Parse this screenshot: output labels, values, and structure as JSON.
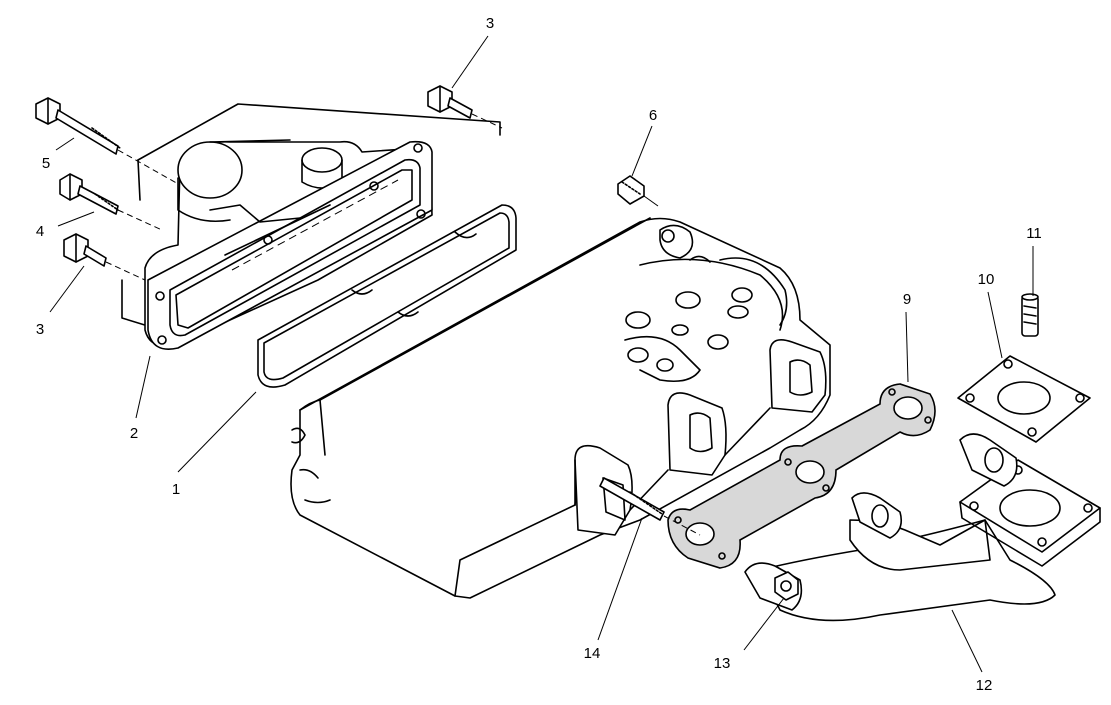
{
  "callouts": [
    {
      "id": "c1",
      "text": "1"
    },
    {
      "id": "c2",
      "text": "2"
    },
    {
      "id": "c3a",
      "text": "3"
    },
    {
      "id": "c3b",
      "text": "3"
    },
    {
      "id": "c4",
      "text": "4"
    },
    {
      "id": "c5",
      "text": "5"
    },
    {
      "id": "c6",
      "text": "6"
    },
    {
      "id": "c9",
      "text": "9"
    },
    {
      "id": "c10",
      "text": "10"
    },
    {
      "id": "c11",
      "text": "11"
    },
    {
      "id": "c12",
      "text": "12"
    },
    {
      "id": "c13",
      "text": "13"
    },
    {
      "id": "c14",
      "text": "14"
    }
  ]
}
